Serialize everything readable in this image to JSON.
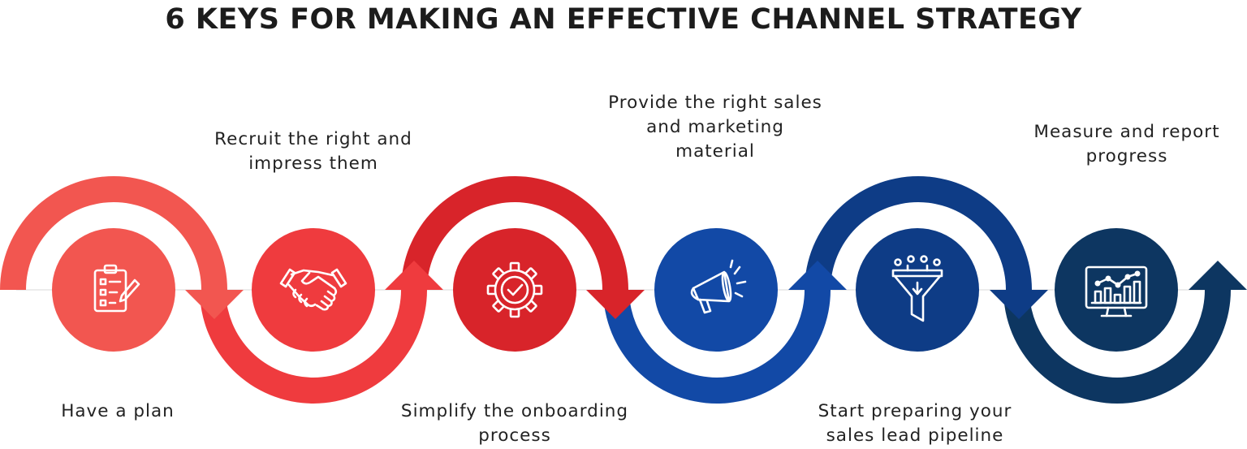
{
  "title": "6 KEYS FOR MAKING AN EFFECTIVE CHANNEL STRATEGY",
  "steps": [
    {
      "line1": "Have a plan",
      "line2": "",
      "icon": "checklist-icon",
      "color": "#f25650"
    },
    {
      "line1": "Recruit the right  and",
      "line2": "impress them",
      "icon": "handshake-icon",
      "color": "#ef3b3e"
    },
    {
      "line1": "Simplify the onboarding",
      "line2": "process",
      "icon": "gear-check-icon",
      "color": "#d8242a"
    },
    {
      "line1": "Provide the right sales",
      "line2": "and marketing",
      "line3": "material",
      "icon": "megaphone-icon",
      "color": "#1249a6"
    },
    {
      "line1": "Start preparing your",
      "line2": "sales lead pipeline",
      "icon": "funnel-icon",
      "color": "#0e3c86"
    },
    {
      "line1": "Measure and report",
      "line2": "progress",
      "icon": "analytics-monitor-icon",
      "color": "#0d3661"
    }
  ]
}
